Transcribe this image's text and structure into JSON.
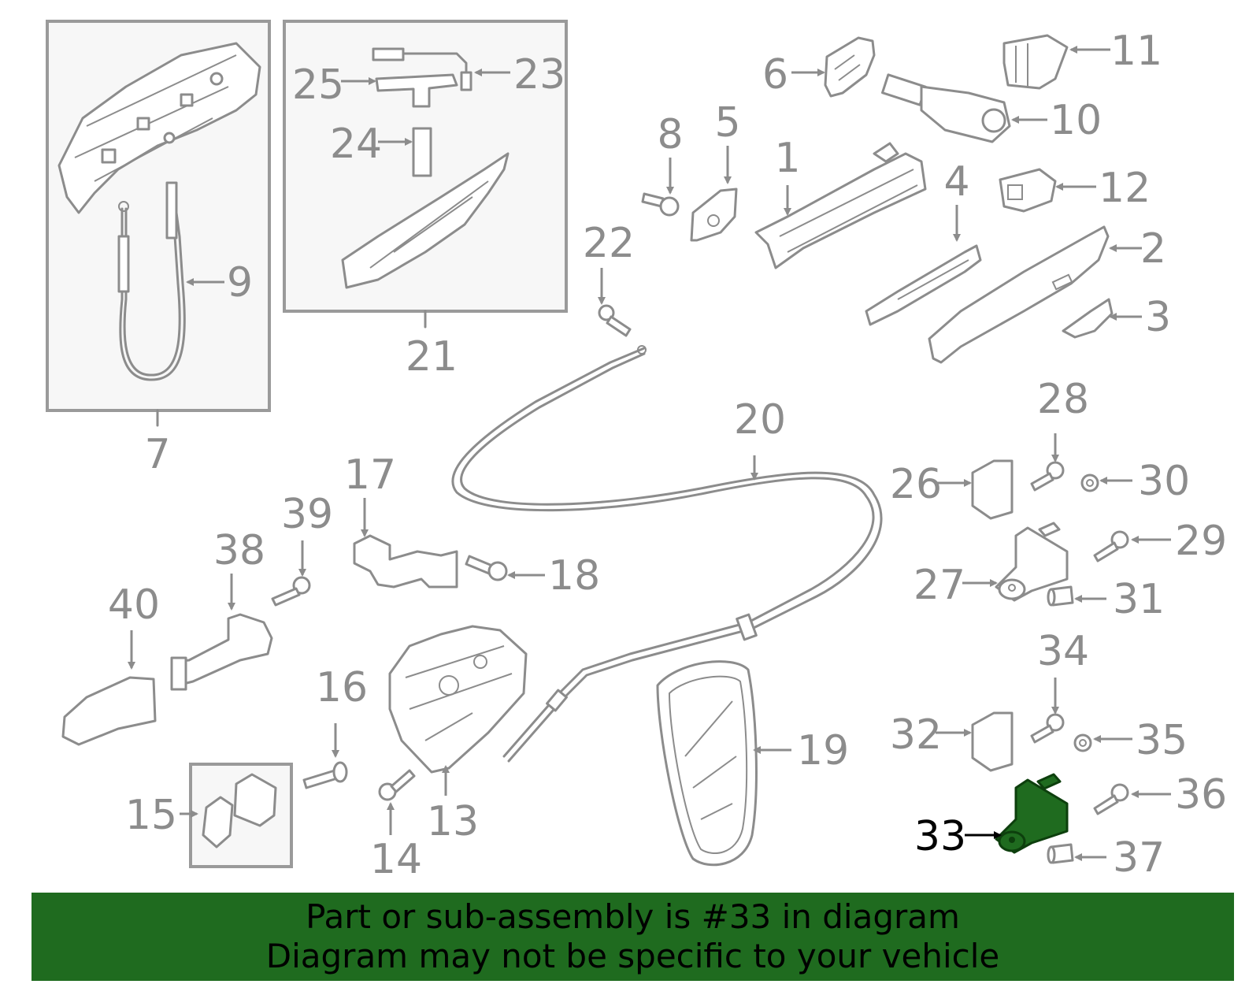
{
  "callouts": [
    "1",
    "2",
    "3",
    "4",
    "5",
    "6",
    "7",
    "8",
    "9",
    "10",
    "11",
    "12",
    "13",
    "14",
    "15",
    "16",
    "17",
    "18",
    "19",
    "20",
    "21",
    "22",
    "23",
    "24",
    "25",
    "26",
    "27",
    "28",
    "29",
    "30",
    "31",
    "32",
    "33",
    "34",
    "35",
    "36",
    "37",
    "38",
    "39",
    "40"
  ],
  "highlight": {
    "part_number": "33",
    "color": "#1f6b1f"
  },
  "banner": {
    "line1": "Part or sub-assembly is #33 in diagram",
    "line2": "Diagram may not be specific to your vehicle"
  }
}
